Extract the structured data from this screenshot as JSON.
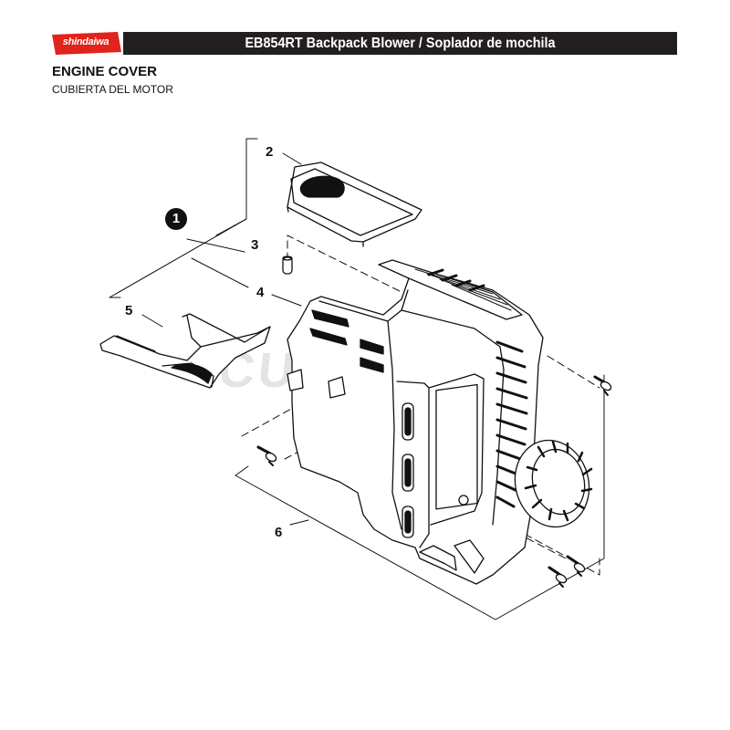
{
  "header": {
    "brand": "shindaiwa",
    "title": "EB854RT Backpack Blower / Soplador de mochila"
  },
  "section": {
    "title": "ENGINE COVER",
    "subtitle": "CUBIERTA DEL MOTOR"
  },
  "callouts": {
    "kit": "1",
    "c2": "2",
    "c3": "3",
    "c4": "4",
    "c5": "5",
    "c6": "6"
  },
  "watermark": "CUTTER'S",
  "colors": {
    "brand_red": "#e0231b",
    "band": "#231f20"
  }
}
